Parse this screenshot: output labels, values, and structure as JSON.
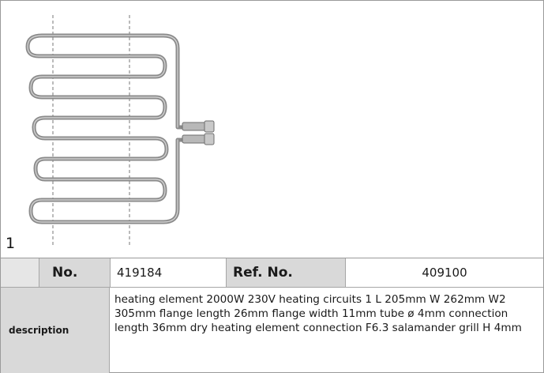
{
  "image": {
    "index_label": "1",
    "icon": "heating-element-illustration"
  },
  "specs": {
    "no_label": "No.",
    "no_value": "419184",
    "ref_label": "Ref. No.",
    "ref_value": "409100"
  },
  "description": {
    "label": "description",
    "text": "heating element 2000W 230V heating circuits 1 L 205mm W 262mm W2 305mm flange length 26mm flange width 11mm tube ø 4mm connection length 36mm dry heating element connection F6.3 salamander grill H 4mm"
  },
  "colors": {
    "label_bg": "#d9d9d9",
    "border": "#9a9a9a",
    "tube": "#8c8c8c"
  }
}
